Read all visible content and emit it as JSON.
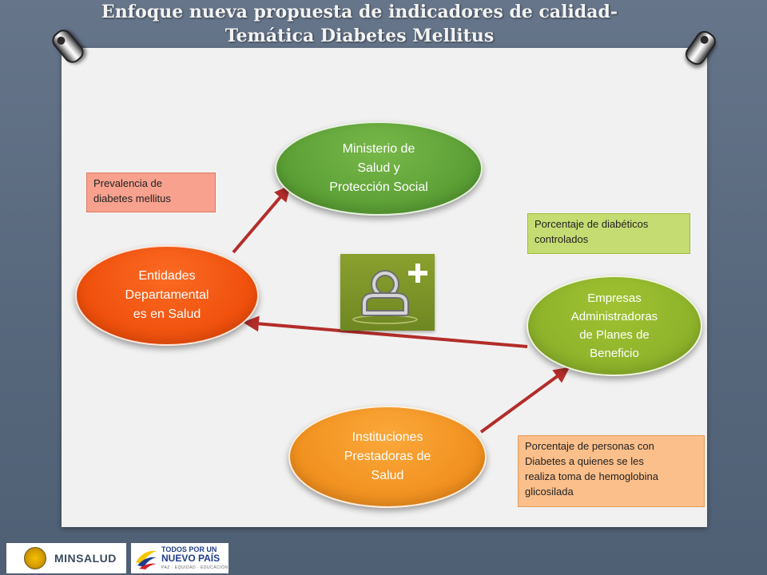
{
  "title": {
    "line1": "Enfoque nueva propuesta de indicadores de calidad-",
    "line2": "Temática Diabetes Mellitus"
  },
  "nodes": {
    "ministerio": {
      "lines": [
        "Ministerio de",
        "Salud y",
        "Protección Social"
      ],
      "color": "#5a9e34"
    },
    "entidades": {
      "lines": [
        "Entidades",
        "Departamental",
        "es en Salud"
      ],
      "color": "#ef4f0c"
    },
    "empresas": {
      "lines": [
        "Empresas",
        "Administradoras",
        "de Planes de",
        "Beneficio"
      ],
      "color": "#8db22a"
    },
    "instituciones": {
      "lines": [
        "Instituciones",
        "Prestadoras de",
        "Salud"
      ],
      "color": "#f08f1e"
    }
  },
  "indicators": {
    "prevalencia": {
      "lines": [
        "Prevalencia de",
        "diabetes mellitus"
      ],
      "color": "#f7a18e"
    },
    "controlados": {
      "lines": [
        "Porcentaje de diabéticos",
        "controlados"
      ],
      "color": "#c5dc72"
    },
    "hemoglobina": {
      "lines": [
        "Porcentaje de personas con",
        "Diabetes  a quienes se les",
        "realiza toma de hemoglobina",
        "glicosilada"
      ],
      "color": "#fbbf8b"
    }
  },
  "arrow_color": "#b32d2a",
  "center_icon": "add-user-icon",
  "footer": {
    "logo_minsalud": "MINSALUD",
    "logo_pais": {
      "line1": "TODOS POR UN",
      "line2": "NUEVO PAÍS",
      "line3": "PAZ · EQUIDAD · EDUCACIÓN"
    }
  }
}
